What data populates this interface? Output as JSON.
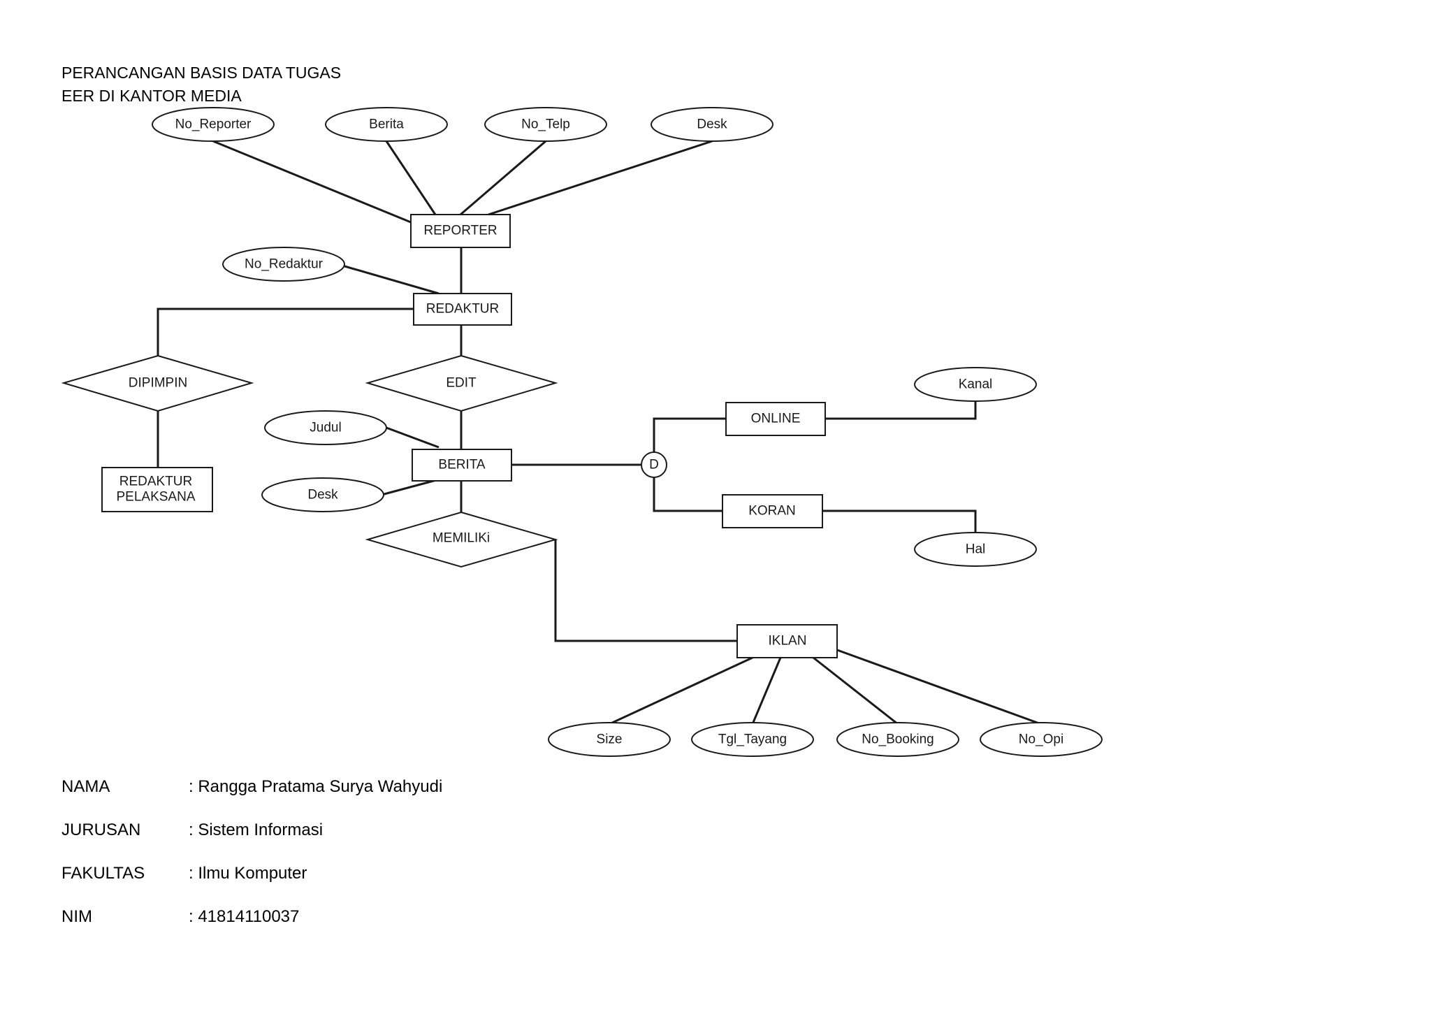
{
  "header": {
    "title_line1": "PERANCANGAN BASIS DATA TUGAS",
    "title_line2": "EER DI KANTOR MEDIA"
  },
  "diagram": {
    "entities": {
      "reporter": "REPORTER",
      "redaktur": "REDAKTUR",
      "berita": "BERITA",
      "redaktur_pelaksana_line1": "REDAKTUR",
      "redaktur_pelaksana_line2": "PELAKSANA",
      "online": "ONLINE",
      "koran": "KORAN",
      "iklan": "IKLAN"
    },
    "relationships": {
      "dipimpin": "DIPIMPIN",
      "edit": "EDIT",
      "memiliki": "MEMILIKi"
    },
    "attributes": {
      "no_reporter": "No_Reporter",
      "berita": "Berita",
      "no_telp": "No_Telp",
      "desk_reporter": "Desk",
      "no_redaktur": "No_Redaktur",
      "judul": "Judul",
      "desk_berita": "Desk",
      "kanal": "Kanal",
      "hal": "Hal",
      "size": "Size",
      "tgl_tayang": "Tgl_Tayang",
      "no_booking": "No_Booking",
      "no_opi": "No_Opi"
    },
    "disjoint_marker": "D"
  },
  "info": [
    {
      "label": "NAMA",
      "value": ": Rangga Pratama Surya Wahyudi"
    },
    {
      "label": "JURUSAN",
      "value": ": Sistem Informasi"
    },
    {
      "label": "FAKULTAS",
      "value": ": Ilmu Komputer"
    },
    {
      "label": "NIM",
      "value": ": 41814110037"
    }
  ]
}
